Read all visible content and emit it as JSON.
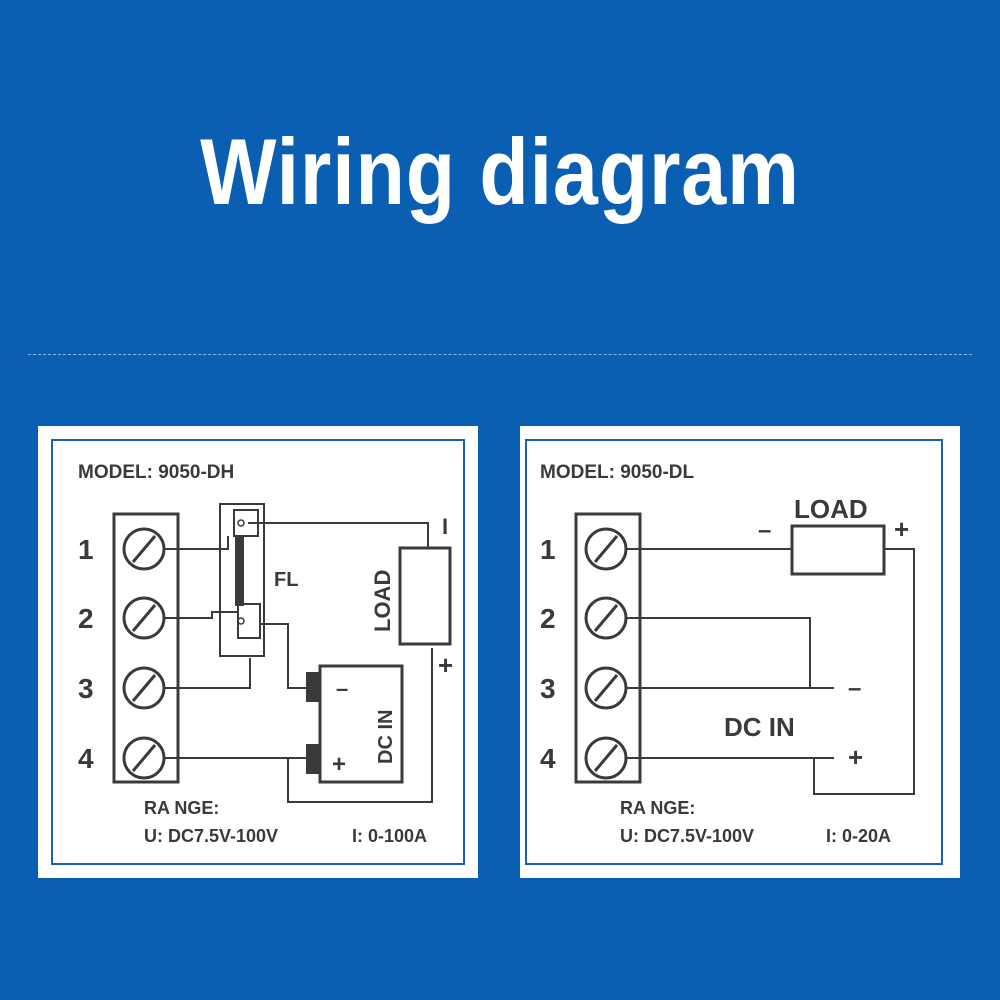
{
  "title": "Wiring diagram",
  "colors": {
    "background": "#0a5fb3",
    "card_border": "#1a62ad",
    "ink": "#3a3a3a"
  },
  "diagrams": [
    {
      "model": "MODEL: 9050-DH",
      "terminals": [
        "1",
        "2",
        "3",
        "4"
      ],
      "shunt_label": "FL",
      "load_label": "LOAD",
      "load_minus": "I",
      "load_plus": "+",
      "dcin_label": "DC IN",
      "dcin_minus": "–",
      "dcin_plus": "+",
      "range_label": "RA NGE:",
      "voltage_range": "U: DC7.5V-100V",
      "current_range": "I: 0-100A"
    },
    {
      "model": "MODEL: 9050-DL",
      "terminals": [
        "1",
        "2",
        "3",
        "4"
      ],
      "load_label": "LOAD",
      "load_minus": "–",
      "load_plus": "+",
      "dcin_label": "DC IN",
      "dcin_minus": "–",
      "dcin_plus": "+",
      "range_label": "RA NGE:",
      "voltage_range": "U: DC7.5V-100V",
      "current_range": "I: 0-20A"
    }
  ]
}
